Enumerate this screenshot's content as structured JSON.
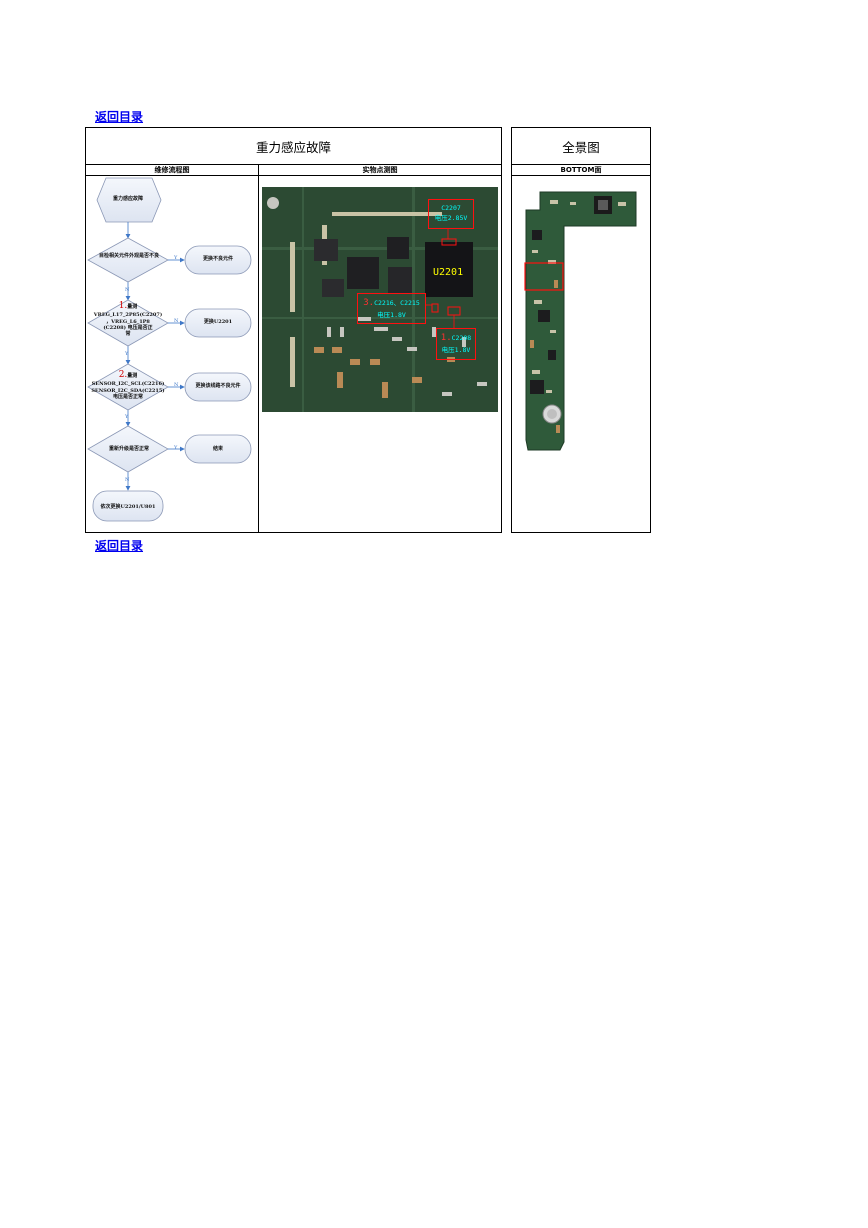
{
  "links": {
    "top": "返回目录",
    "bottom": "返回目录"
  },
  "main_table": {
    "title": "重力感应故障",
    "col_flow": "维修流程图",
    "col_photo": "实物点测图"
  },
  "side_table": {
    "title": "全景图",
    "subtitle": "BOTTOM面"
  },
  "flowchart": {
    "start": "重力感应故障",
    "q1": "目检相关元件外观是否不良",
    "q1_yes": "更换不良元件",
    "q2_num": "1.",
    "q2_a": "量测",
    "q2_b": "VREG_L17_2P85(C2207)",
    "q2_c": "，VREG_L6_1P8",
    "q2_d": "(C2208) 电压是否正",
    "q2_e": "常",
    "q2_no": "更换U2201",
    "q3_num": "2.",
    "q3_a": "量测",
    "q3_b": "SENSOR_I2C_SCL(C2216)",
    "q3_c": "SENSOR_I2C_SDA(C2215)",
    "q3_d": "电压是否正常",
    "q3_no": "更换该线路不良元件",
    "q4": "重新升级是否正常",
    "q4_yes": "结束",
    "end": "依次更换U2201/U801",
    "label_yes": "Y",
    "label_no": "N"
  },
  "photo": {
    "chip_label": "U2201",
    "a1_name": "C2207",
    "a1_volt": "电压2.85V",
    "a2_num": "3.",
    "a2_name": "C2216、C2215",
    "a2_volt": "电压1.8V",
    "a3_num": "1.",
    "a3_name": "C2208",
    "a3_volt": "电压1.8V"
  },
  "colors": {
    "pcb": "#2c4a33",
    "flow_fill": "#e9eef7",
    "flow_stroke": "#8a97b5",
    "arrow": "#3f78c8",
    "annotation": "#ff1010",
    "annotation_text": "#00ffff"
  }
}
